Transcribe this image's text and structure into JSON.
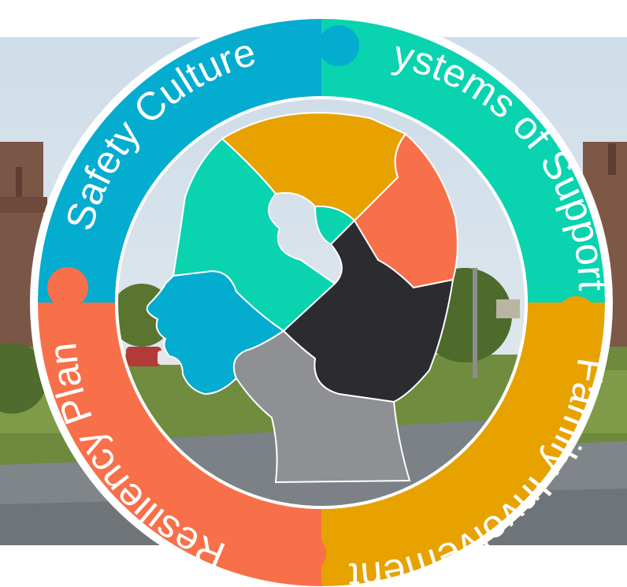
{
  "diagram": {
    "segments": [
      {
        "label": "Safety Culture",
        "color": "#04acd0"
      },
      {
        "label": "Systems of Supports",
        "color": "#0ad3b0"
      },
      {
        "label": "Family Involvement",
        "color": "#e7a200"
      },
      {
        "label": "Resiliency Plan",
        "color": "#f8704a"
      }
    ],
    "head_pieces": {
      "colors": [
        "#e7a200",
        "#0ad3b0",
        "#f8704a",
        "#2b2b30",
        "#04acd0",
        "#8f9094"
      ]
    }
  }
}
